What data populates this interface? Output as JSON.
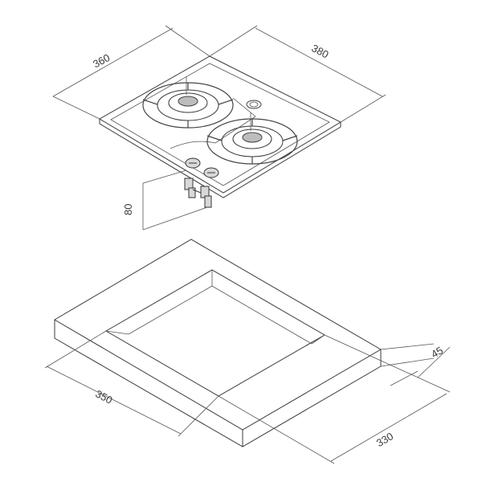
{
  "hob": {
    "width_dim": "380",
    "depth_dim": "360",
    "height_dim": "80",
    "burners": [
      "burner-rear-left",
      "burner-front-right"
    ],
    "knobs": [
      "knob-left",
      "knob-right"
    ]
  },
  "cutout": {
    "width_dim": "350",
    "depth_dim": "330",
    "thickness_dim": "45"
  }
}
